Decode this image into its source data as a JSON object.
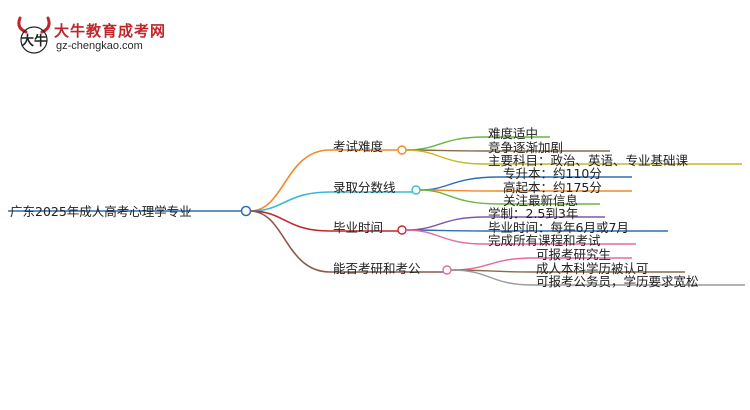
{
  "brand": {
    "name": "大牛教育成考网",
    "url": "gz-chengkao.com",
    "logo_glyphs": "大牛"
  },
  "mindmap": {
    "root": "广东2025年成人高考心理学专业",
    "branches": [
      {
        "label": "考试难度",
        "color": "#f0892a",
        "leaves": [
          "难度适中",
          "竞争逐渐加剧",
          "主要科目：政治、英语、专业基础课"
        ],
        "leaf_colors": [
          "#6bb544",
          "#8a6a4a",
          "#c9b527"
        ]
      },
      {
        "label": "录取分数线",
        "color": "#37bcd3",
        "leaves": [
          "专升本：约110分",
          "高起本：约175分",
          "关注最新信息"
        ],
        "leaf_colors": [
          "#2b6fb3",
          "#f0892a",
          "#6bb544"
        ]
      },
      {
        "label": "毕业时间",
        "color": "#c0262d",
        "leaves": [
          "学制：2.5到3年",
          "毕业时间：每年6月或7月",
          "完成所有课程和考试"
        ],
        "leaf_colors": [
          "#7c5aa8",
          "#2b6fb3",
          "#e46aa0"
        ]
      },
      {
        "label": "能否考研和考公",
        "color": "#8a5a4a",
        "leaves": [
          "可报考研究生",
          "成人本科学历被认可",
          "可报考公务员，学历要求宽松"
        ],
        "leaf_colors": [
          "#e46aa0",
          "#8a6a4a",
          "#9a9a9a"
        ]
      }
    ]
  }
}
